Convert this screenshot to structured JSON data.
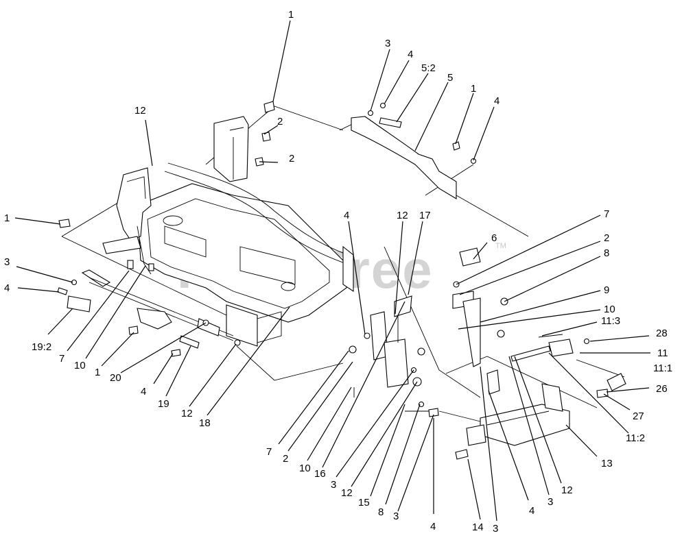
{
  "watermark": {
    "text": "PartsTree",
    "trademark": "TM"
  },
  "callouts": {
    "c1": "1",
    "c2": "12",
    "c3": "1",
    "c4": "3",
    "c5": "4",
    "c6": "19:2",
    "c7": "7",
    "c8": "10",
    "c9": "1",
    "c10": "20",
    "c11": "4",
    "c12": "19",
    "c13": "12",
    "c14": "18",
    "c15": "2",
    "c16": "2",
    "c17": "3",
    "c18": "4",
    "c19": "5:2",
    "c20": "5",
    "c21": "1",
    "c22": "4",
    "c23": "4",
    "c24": "12",
    "c25": "17",
    "c26": "6",
    "c27": "7",
    "c28": "2",
    "c29": "8",
    "c30": "9",
    "c31": "10",
    "c32": "11:3",
    "c33": "28",
    "c34": "11",
    "c35": "11:1",
    "c36": "26",
    "c37": "27",
    "c38": "11:2",
    "c39": "13",
    "c40": "12",
    "c41": "7",
    "c42": "2",
    "c43": "10",
    "c44": "16",
    "c45": "3",
    "c46": "12",
    "c47": "15",
    "c48": "8",
    "c49": "3",
    "c50": "4",
    "c51": "14",
    "c52": "3",
    "c53": "4",
    "c54": "3"
  }
}
